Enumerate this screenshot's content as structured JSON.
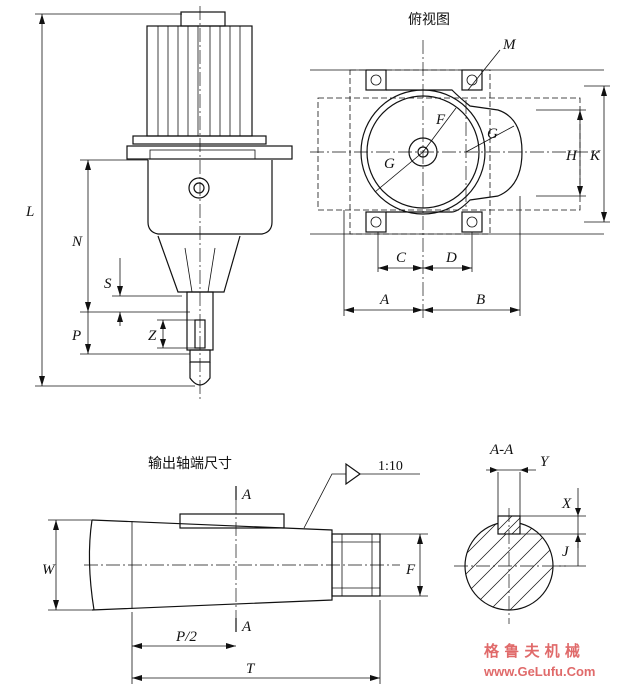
{
  "views": {
    "top_view_title": "俯视图",
    "shaft_end_title": "输出轴端尺寸",
    "section_title": "A-A",
    "taper_ratio": "1:10"
  },
  "dimensions": {
    "L": "L",
    "N": "N",
    "S": "S",
    "P": "P",
    "Z": "Z",
    "M": "M",
    "F": "F",
    "G": "G",
    "H": "H",
    "K": "K",
    "C": "C",
    "D": "D",
    "A": "A",
    "B": "B",
    "W": "W",
    "P2": "P/2",
    "T": "T",
    "X": "X",
    "Y": "Y",
    "J": "J",
    "section_mark": "A"
  },
  "watermark": {
    "cn": "格 鲁 夫 机 械",
    "url": "www.GeLufu.Com"
  }
}
